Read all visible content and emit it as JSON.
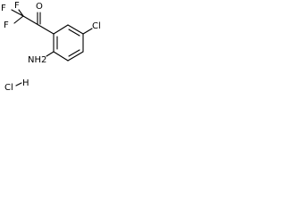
{
  "molecule": {
    "atoms": [
      {
        "id": "F1",
        "text": "F"
      },
      {
        "id": "F2",
        "text": "F"
      },
      {
        "id": "F3",
        "text": "F"
      },
      {
        "id": "O",
        "text": "O"
      },
      {
        "id": "Cl",
        "text": "Cl"
      },
      {
        "id": "NH2",
        "text": "NH2"
      }
    ],
    "salt": {
      "cl": "Cl",
      "dash": "–",
      "h": "H"
    }
  }
}
